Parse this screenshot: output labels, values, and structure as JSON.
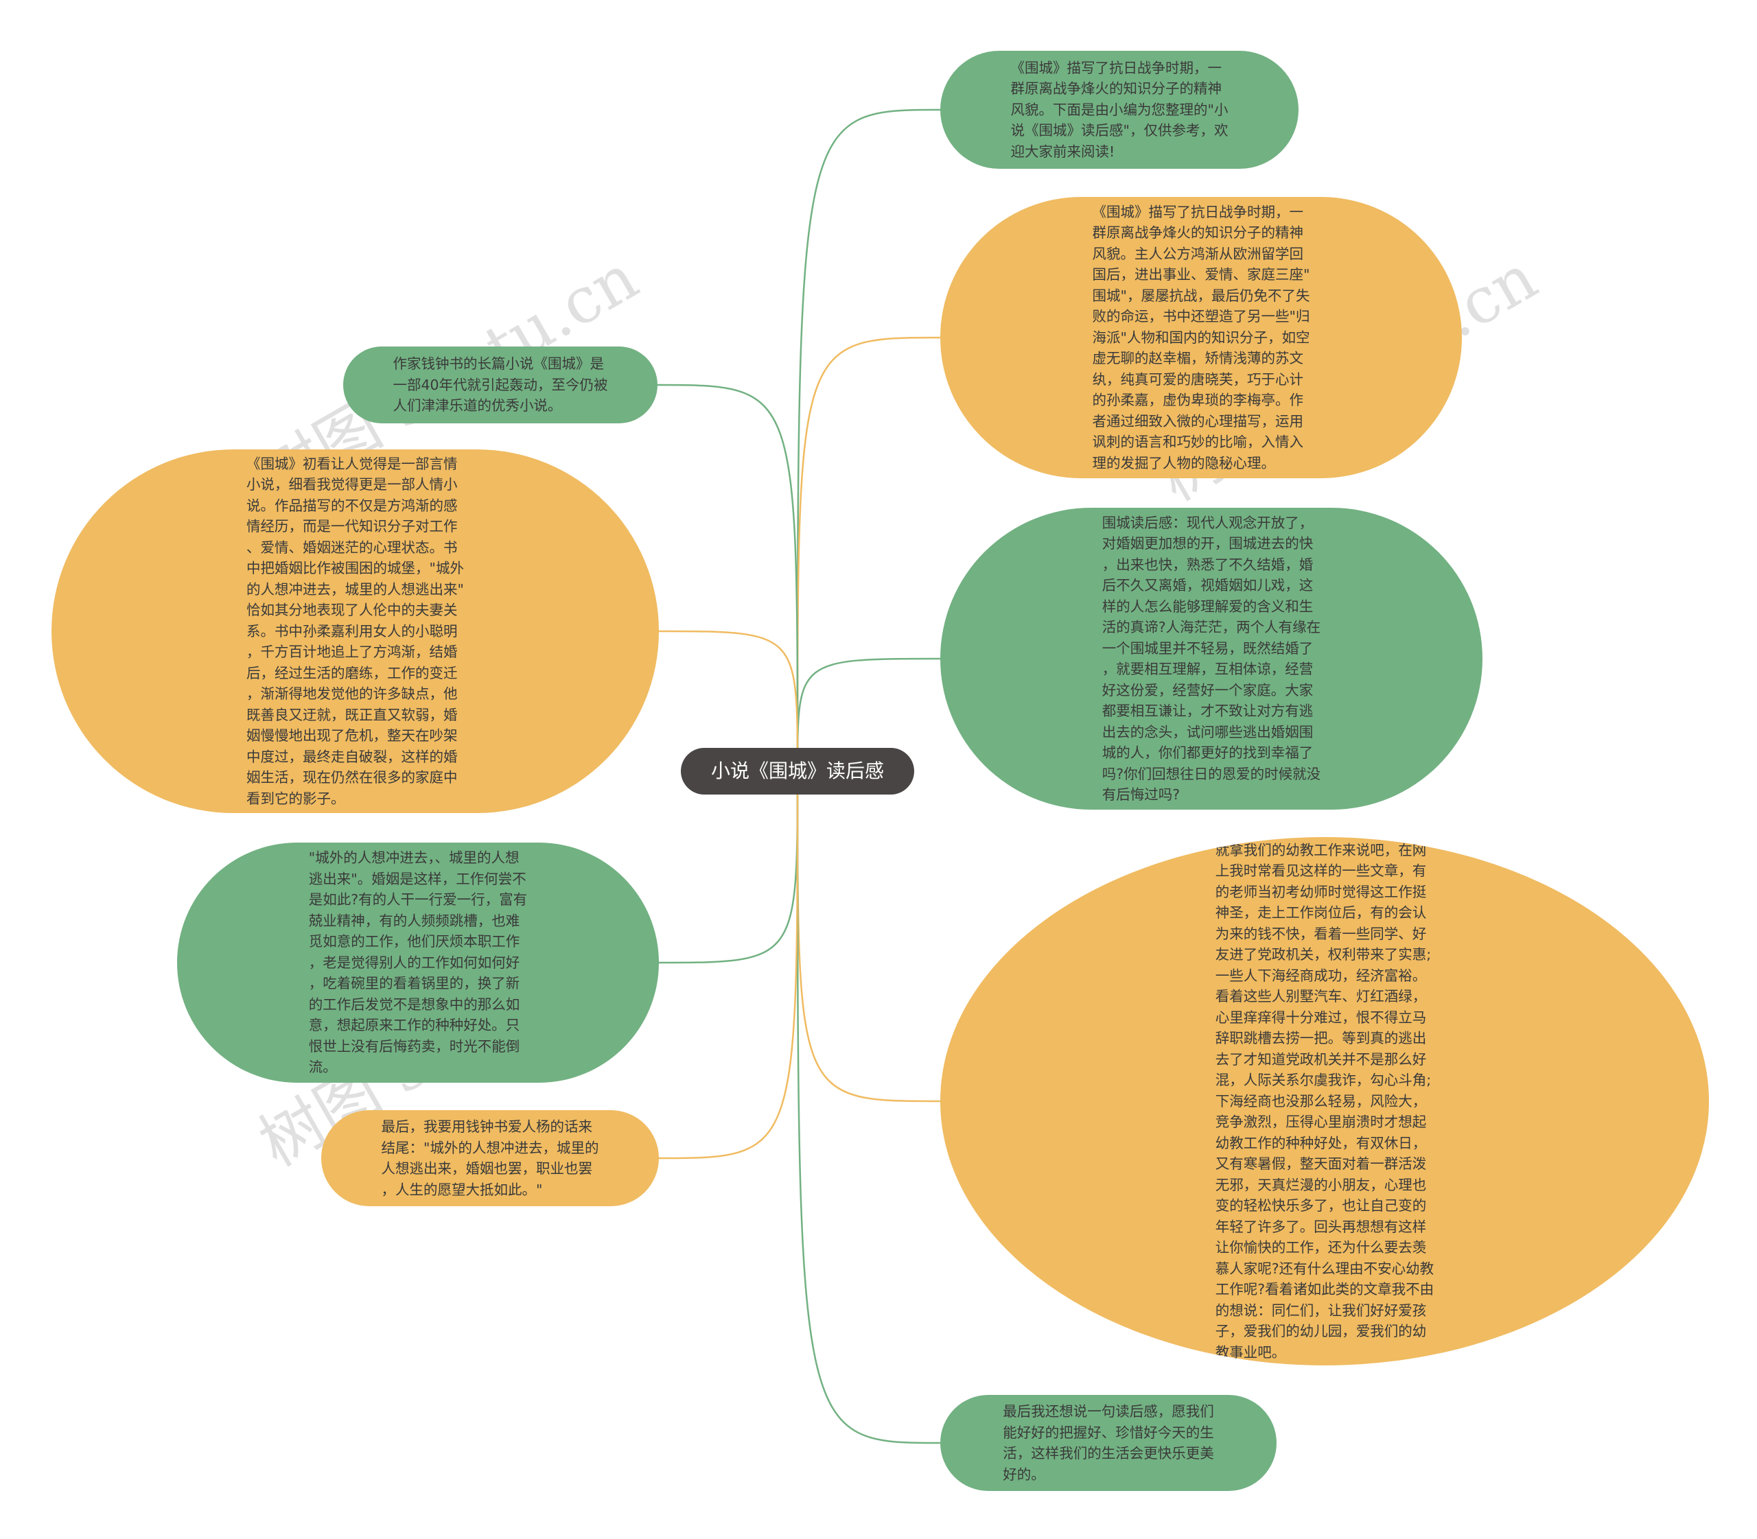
{
  "center": {
    "label": "小说《围城》读后感"
  },
  "colors": {
    "green": "#72b182",
    "orange": "#f0bb61",
    "center": "#4a4545",
    "link_green": "#72b182",
    "link_orange": "#f0bb61"
  },
  "nodes": [
    {
      "id": "r1",
      "color": "green",
      "text": "《围城》描写了抗日战争时期，一\n群原离战争烽火的知识分子的精神\n风貌。下面是由小编为您整理的\"小\n说《围城》读后感\"，仅供参考，欢\n迎大家前来阅读!"
    },
    {
      "id": "r2",
      "color": "orange",
      "text": "《围城》描写了抗日战争时期，一\n群原离战争烽火的知识分子的精神\n风貌。主人公方鸿渐从欧洲留学回\n国后，进出事业、爱情、家庭三座\"\n围城\"，屡屡抗战，最后仍免不了失\n败的命运，书中还塑造了另一些\"归\n海派\"人物和国内的知识分子，如空\n虚无聊的赵幸楣，矫情浅薄的苏文\n纨，纯真可爱的唐晓芙，巧于心计\n的孙柔嘉，虚伪卑琐的李梅亭。作\n者通过细致入微的心理描写，运用\n讽刺的语言和巧妙的比喻，入情入\n理的发掘了人物的隐秘心理。"
    },
    {
      "id": "r3",
      "color": "green",
      "text": "围城读后感：现代人观念开放了，\n对婚姻更加想的开，围城进去的快\n，出来也快，熟悉了不久结婚，婚\n后不久又离婚，视婚姻如儿戏，这\n样的人怎么能够理解爱的含义和生\n活的真谛?人海茫茫，两个人有缘在\n一个围城里并不轻易，既然结婚了\n，就要相互理解，互相体谅，经营\n好这份爱，经营好一个家庭。大家\n都要相互谦让，才不致让对方有逃\n出去的念头，试问哪些逃出婚姻围\n城的人，你们都更好的找到幸福了\n吗?你们回想往日的恩爱的时候就没\n有后悔过吗?"
    },
    {
      "id": "r4",
      "color": "orange",
      "text": "就拿我们的幼教工作来说吧，在网\n上我时常看见这样的一些文章，有\n的老师当初考幼师时觉得这工作挺\n神圣，走上工作岗位后，有的会认\n为来的钱不快，看着一些同学、好\n友进了党政机关，权利带来了实惠;\n一些人下海经商成功，经济富裕。\n看着这些人别墅汽车、灯红酒绿，\n心里痒痒得十分难过，恨不得立马\n辞职跳槽去捞一把。等到真的逃出\n去了才知道党政机关并不是那么好\n混，人际关系尔虞我诈，勾心斗角;\n下海经商也没那么轻易，风险大，\n竞争激烈，压得心里崩溃时才想起\n幼教工作的种种好处，有双休日，\n又有寒暑假，整天面对着一群活泼\n无邪，天真烂漫的小朋友，心理也\n变的轻松快乐多了，也让自己变的\n年轻了许多了。回头再想想有这样\n让你愉快的工作，还为什么要去羡\n慕人家呢?还有什么理由不安心幼教\n工作呢?看着诸如此类的文章我不由\n的想说：同仁们，让我们好好爱孩\n子，爱我们的幼儿园，爱我们的幼\n教事业吧。"
    },
    {
      "id": "r5",
      "color": "green",
      "text": "最后我还想说一句读后感，愿我们\n能好好的把握好、珍惜好今天的生\n活，这样我们的生活会更快乐更美\n好的。"
    },
    {
      "id": "l1",
      "color": "green",
      "text": "作家钱钟书的长篇小说《围城》是\n一部40年代就引起轰动，至今仍被\n人们津津乐道的优秀小说。"
    },
    {
      "id": "l2",
      "color": "orange",
      "text": "《围城》初看让人觉得是一部言情\n小说，细看我觉得更是一部人情小\n说。作品描写的不仅是方鸿渐的感\n情经历，而是一代知识分子对工作\n、爱情、婚姻迷茫的心理状态。书\n中把婚姻比作被围困的城堡，\"城外\n的人想冲进去，城里的人想逃出来\"\n恰如其分地表现了人伦中的夫妻关\n系。书中孙柔嘉利用女人的小聪明\n，千方百计地追上了方鸿渐，结婚\n后，经过生活的磨练，工作的变迁\n，渐渐得地发觉他的许多缺点，他\n既善良又迂就，既正直又软弱，婚\n姻慢慢地出现了危机，整天在吵架\n中度过，最终走自破裂，这样的婚\n姻生活，现在仍然在很多的家庭中\n看到它的影子。"
    },
    {
      "id": "l3",
      "color": "green",
      "text": "\"城外的人想冲进去，、城里的人想\n逃出来\"。婚姻是这样，工作何尝不\n是如此?有的人干一行爱一行，富有\n兢业精神，有的人频频跳槽，也难\n觅如意的工作，他们厌烦本职工作\n，老是觉得别人的工作如何如何好\n，吃着碗里的看着锅里的，换了新\n的工作后发觉不是想象中的那么如\n意，想起原来工作的种种好处。只\n恨世上没有后悔药卖，时光不能倒\n流。"
    },
    {
      "id": "l4",
      "color": "orange",
      "text": "最后，我要用钱钟书爱人杨的话来\n结尾：\"城外的人想冲进去，城里的\n人想逃出来，婚姻也罢，职业也罢\n，人生的愿望大抵如此。\""
    }
  ],
  "watermarks": [
    "树图 shutu.cn",
    "树图 shutu.cn",
    "树图 shutu.cn",
    "树图 shutu.cn"
  ]
}
